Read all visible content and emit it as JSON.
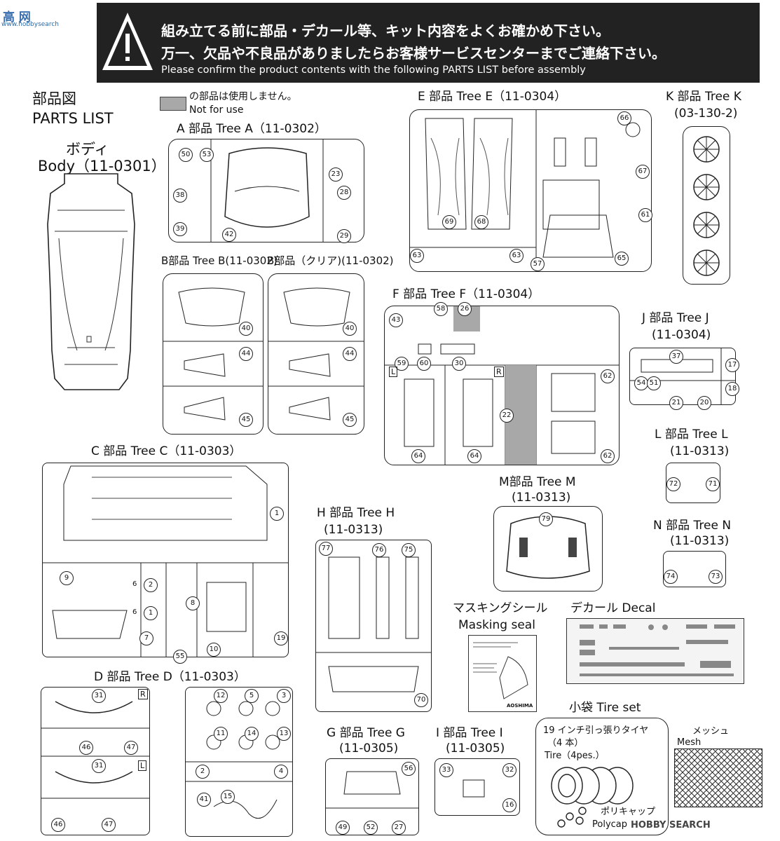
{
  "header": {
    "line1": "組み立てる前に部品・デカール等、キット内容をよくお確かめ下さい。",
    "line2": "万一、欠品や不良品がありましたらお客様サービスセンターまでご連絡下さい。",
    "line3": "Please confirm the product contents with the following PARTS LIST before assembly"
  },
  "title": {
    "jp": "部品図",
    "en": "PARTS LIST"
  },
  "legend": {
    "line1": "の部品は使用しません。",
    "line2": "Not for use"
  },
  "watermark_top": "高  网",
  "watermark_top_sub": "www.hobbysearch",
  "watermark_bottom": "HOBBY SEARCH",
  "trees": {
    "body": {
      "jp": "ボディ",
      "en": "Body（11-0301）"
    },
    "a": {
      "label": "A 部品 Tree A（11-0302）",
      "parts": [
        "50",
        "53",
        "23",
        "38",
        "28",
        "39",
        "42",
        "29"
      ]
    },
    "b": {
      "label": "B部品 Tree B(11-0302)",
      "parts": [
        "40",
        "44",
        "45"
      ]
    },
    "b_clear": {
      "label": "B部品（クリア)(11-0302)",
      "parts": [
        "40",
        "44",
        "45"
      ]
    },
    "e": {
      "label": "E 部品 Tree E（11-0304）",
      "parts": [
        "66",
        "67",
        "61",
        "69",
        "68",
        "63",
        "63",
        "57",
        "65"
      ]
    },
    "k": {
      "label": "K 部品 Tree K",
      "code": "(03-130-2)"
    },
    "f": {
      "label": "F 部品 Tree F（11-0304）",
      "parts": [
        "43",
        "58",
        "26",
        "59",
        "60",
        "30",
        "62",
        "22",
        "64",
        "64",
        "62"
      ],
      "side_l": "L",
      "side_r": "R"
    },
    "j": {
      "label": "J 部品 Tree J",
      "code": "(11-0304)",
      "parts": [
        "37",
        "17",
        "54",
        "51",
        "18",
        "21",
        "20"
      ]
    },
    "c": {
      "label": "C 部品 Tree C（11-0303）",
      "parts": [
        "1",
        "9",
        "6",
        "2",
        "8",
        "6",
        "1",
        "7",
        "19",
        "10",
        "55"
      ]
    },
    "l": {
      "label": "L 部品 Tree L",
      "code": "(11-0313)",
      "parts": [
        "72",
        "71"
      ]
    },
    "m": {
      "label": "M部品 Tree M",
      "code": "(11-0313)",
      "parts": [
        "79"
      ]
    },
    "h": {
      "label": "H 部品 Tree H",
      "code": "(11-0313)",
      "parts": [
        "77",
        "76",
        "75",
        "70"
      ]
    },
    "n": {
      "label": "N 部品 Tree N",
      "code": "(11-0313)",
      "parts": [
        "74",
        "73"
      ]
    },
    "d": {
      "label": "D 部品 Tree D（11-0303）",
      "parts": [
        "31",
        "46",
        "47",
        "31",
        "46",
        "47",
        "12",
        "5",
        "3",
        "11",
        "14",
        "13",
        "2",
        "4",
        "41",
        "15"
      ],
      "side_r": "R",
      "side_l": "L"
    },
    "g": {
      "label": "G 部品 Tree G",
      "code": "(11-0305)",
      "parts": [
        "56",
        "49",
        "52",
        "27"
      ]
    },
    "i": {
      "label": "I  部品 Tree I",
      "code": "(11-0305)",
      "parts": [
        "33",
        "32",
        "16"
      ]
    }
  },
  "masking": {
    "jp": "マスキングシール",
    "en": "Masking seal",
    "brand": "AOSHIMA"
  },
  "decal": {
    "label": "デカール Decal"
  },
  "tireset": {
    "label": "小袋 Tire set",
    "tire_jp": "19 インチ引っ張りタイヤ",
    "tire_qty": "（4 本）",
    "tire_en": "Tire（4pes.）",
    "polycap_jp": "ポリキャップ",
    "polycap_en": "Polycap",
    "mesh_jp": "メッシュ",
    "mesh_en": "Mesh"
  }
}
